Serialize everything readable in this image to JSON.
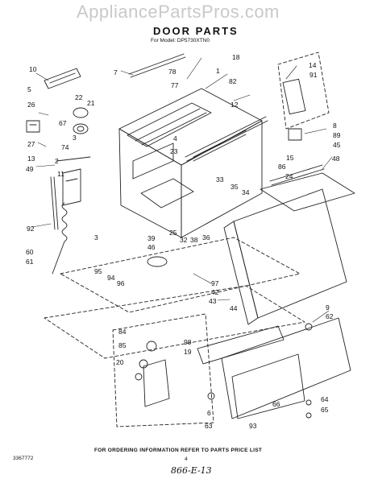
{
  "watermark": "AppliancePartsPros.com",
  "title": "DOOR PARTS",
  "subtitle": "For Model: DP5730XTN0",
  "footer_note": "FOR ORDERING INFORMATION REFER TO PARTS PRICE LIST",
  "doc_number": "3367772",
  "page_number": "4",
  "handwritten_note": "866-E-13",
  "callouts": [
    "10",
    "7",
    "18",
    "78",
    "1",
    "82",
    "14",
    "91",
    "26",
    "5",
    "22",
    "21",
    "77",
    "12",
    "67",
    "4",
    "23",
    "8",
    "89",
    "45",
    "27",
    "3",
    "74",
    "13",
    "2",
    "11",
    "15",
    "86",
    "48",
    "49",
    "24",
    "33",
    "35",
    "34",
    "92",
    "3",
    "39",
    "46",
    "25",
    "32",
    "38",
    "36",
    "60",
    "61",
    "95",
    "94",
    "96",
    "97",
    "42",
    "43",
    "44",
    "84",
    "85",
    "98",
    "19",
    "20",
    "9",
    "62",
    "6",
    "66",
    "64",
    "65",
    "63",
    "93"
  ]
}
